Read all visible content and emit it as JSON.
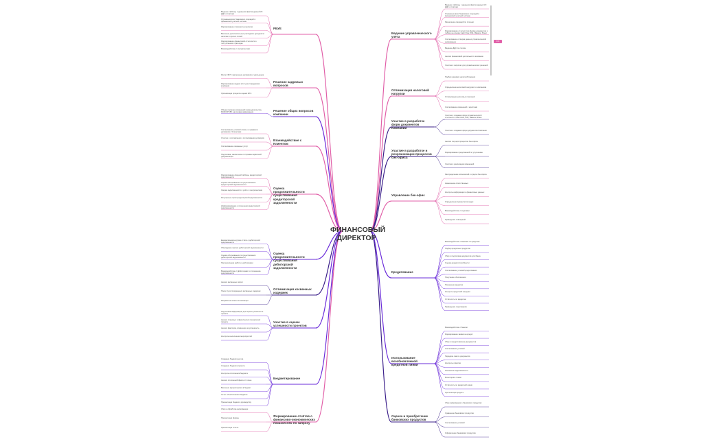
{
  "central": {
    "line1": "ФИНАНСОВЫЙ",
    "line2": "ДИРЕКТОР"
  },
  "marker": {
    "label": "XXX"
  },
  "branches": {
    "left": [
      {
        "label": "РБУЕ",
        "color": "#e15fa8",
        "leaves": [
          "Ведение таблицы с данными фактов данный I/С ДДС и платежи",
          "Отражение всех банковских операций в финансовой учетной системе",
          "Формирование платежей и реестров",
          "Внесение дополнительных расходов и доходов по налогам и прочих статей",
          "Формирование финансовой отчетности о поступлениях и расходах",
          "Взаимодействие с контрагентами"
        ]
      },
      {
        "label": "Решение кадровых вопросов",
        "color": "#e15fa8",
        "leaves": [
          "Расчет ФОТ, заключение договоров и увольнение",
          "Формирование кадров в 1С для сотрудников компании",
          "Организация процесса оценки КПЭ"
        ]
      },
      {
        "label": "Решение общих вопросов компании",
        "color": "#6a2bd9",
        "leaves": [
          "Общая проверка изменений законодательства, МСФО/РСБУ, налоговая информация"
        ]
      },
      {
        "label": "Взаимодействие с Клиентом",
        "color": "#e15fa8",
        "leaves": [
          "Согласование условий оплаты и графиков договоров с Клиентами",
          "Участие в составлении и согласовании договоров",
          "Согласование оказанных услуг",
          "Подготовка, заключение и отправка первичной документации"
        ]
      },
      {
        "label": "Оценка продолжительности существования кредиторской задолженности",
        "color": "#e15fa8",
        "leaves": [
          "Формирование сводной таблицы кредиторской задолженности",
          "Оценка обоснованности существования кредиторской задолженности",
          "Сверка задолженности в учёте с контрагентами",
          "Регулярные сроки кредиторской задолженности",
          "Информирование о погашении кредиторской задолженности"
        ]
      },
      {
        "label": "Оценка продолжительности существования дебиторской задолженности",
        "color": "#6a2bd9",
        "leaves": [
          "Ежемесячная выгрузка отчёта о дебиторской задолженности",
          "Обсуждение причин дебиторской задолженности",
          "Оценка обоснованности существования дебиторской задолженности",
          "Претензионная работа с дебиторами",
          "Взаимодействие с Дебиторами по погашению задолженности"
        ]
      },
      {
        "label": "Оптимизация косвенных издержек",
        "color": "#3b1f8a",
        "leaves": [
          "Анализ косвенных затрат",
          "Поиск путей сокращения косвенных издержек",
          "Разработка плана оптимизации"
        ]
      },
      {
        "label": "Участие в оценке успешности проектов",
        "color": "#6a2bd9",
        "leaves": [
          "Подготовка информации для оценки успешности проекта",
          "Анализ плановых и фактических показателей проекта",
          "Анализ факторов, влияющих на успешность",
          "Контроль выполнения мероприятий"
        ]
      },
      {
        "label": "Бюджетирование",
        "color": "#6a2bd9",
        "leaves": [
          "Создание бюджета на год",
          "Создание бюджета проекта",
          "Контроль исполнения бюджета",
          "Анализ отклонений факта от плана",
          "Внесение корректировок в бюджет",
          "Отчет об исполнении бюджета",
          "Презентация бюджета руководству"
        ]
      },
      {
        "label": "Формирование отчётов о финансово-экономических показателях по запросу",
        "color": "#e15fa8",
        "leaves": [
          "Сбор и обработка информации",
          "Презентация формы",
          "Презентация отчёта"
        ]
      }
    ],
    "right": [
      {
        "label": "Ведение управленческого учёта",
        "color": "#e15fa8",
        "leaves": [
          "Ведение таблицы с данными фактов данный I/С ДДС и платежи",
          "Отражение всех банковских операций в финансовой учетной системе",
          "Разнесение операций по статьям",
          "Формирование отчетности в форме документов и таблиц на основе Cash Flow, P&L, Balance Sheet",
          "Согласование и сверка данных управленческой информации",
          "Ведение ДДС по счетам",
          "Анализ финансовой деятельности компании",
          "Участие в запросах для управленческих решений"
        ]
      },
      {
        "label": "Оптимизация налоговой нагрузки",
        "color": "#e15fa8",
        "leaves": [
          "Подбор режимов налогообложения",
          "Определение налоговой нагрузки по компаниям",
          "Оптимизация налоговых платежей",
          "Согласование изменений с юристами"
        ]
      },
      {
        "label": "Участие в разработке форм документов Компании",
        "color": "#3b1f8a",
        "leaves": [
          "Участие в создании форм управленческой отчётности: Cash Flow, P&L, Balance Sheet",
          "Участие в создании форм документов Компании"
        ]
      },
      {
        "label": "Участие в разработке и реорганизации процессов бэк-офиса",
        "color": "#3b1f8a",
        "leaves": [
          "Анализ текущих процессов бэк-офиса",
          "Формирование предложений по улучшению",
          "Участие в реализации изменений"
        ]
      },
      {
        "label": "Управление бэк-офис",
        "color": "#e15fa8",
        "leaves": [
          "Распределение полномочий в отделе бэк-офиса",
          "Назначение ответственных",
          "Контроль информации и финансовых данных",
          "Определение приоритетов задач",
          "Взаимодействие с отделами",
          "Проведение совещаний"
        ]
      },
      {
        "label": "Кредитование",
        "color": "#6a2bd9",
        "leaves": [
          "Взаимодействие с банками по кредитам",
          "Подбор кредитных продуктов",
          "Сбор и подготовка документов для банка",
          "Оценка кредитоспособности",
          "Согласование условий кредитования",
          "Получение обеспечения",
          "Погашение кредитов",
          "Контроль кредитной нагрузки",
          "Отчётность по кредитам",
          "Проведение переговоров"
        ]
      },
      {
        "label": "Использование возобновляемой кредитной линии",
        "color": "#6a2bd9",
        "leaves": [
          "Взаимодействие с банком",
          "Формирование заявки на кредит",
          "Сбор и предоставление документов",
          "Согласование условий",
          "Передача пакета документов",
          "Контроль лимитов",
          "Погашение задолженности",
          "Мониторинг ставок",
          "Отчётность по кредитной линии",
          "Пролонгация кредита"
        ]
      },
      {
        "label": "Оценка и приобретение банковских продуктов",
        "color": "#3b1f8a",
        "leaves": [
          "Сбор информации о банковских продуктах",
          "Сравнение банковских продуктов",
          "Согласование условий",
          "Оформление банковских продуктов"
        ]
      }
    ]
  }
}
